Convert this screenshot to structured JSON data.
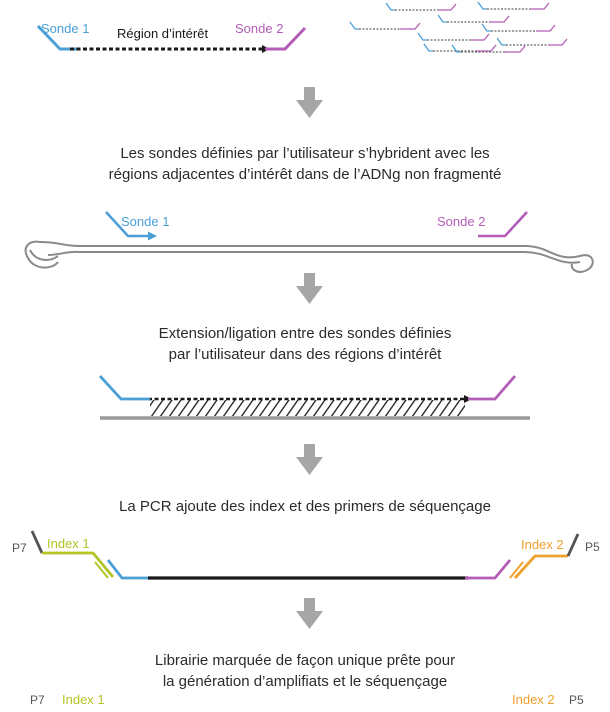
{
  "colors": {
    "blue": "#4a9fd6",
    "purple": "#b45cb6",
    "black": "#1a1a1a",
    "gray": "#9a9a9a",
    "yellow_green": "#b3c424",
    "orange": "#f0a12c",
    "arrow_gray": "#a6a6a6",
    "text": "#2b2b2b"
  },
  "step1": {
    "probe1_label": "Sonde 1",
    "region_label": "Région d’intérêt",
    "probe2_label": "Sonde 2"
  },
  "step2": {
    "caption_line1": "Les sondes définies par l’utilisateur s’hybrident avec les",
    "caption_line2": "régions adjacentes d’intérêt dans de l’ADNg non fragmenté",
    "probe1_label": "Sonde 1",
    "probe2_label": "Sonde 2"
  },
  "step3": {
    "caption_line1": "Extension/ligation entre des sondes définies",
    "caption_line2": "par l’utilisateur dans des régions d’intérêt"
  },
  "step4": {
    "caption": "La PCR ajoute des index et des primers de séquençage",
    "p7_label": "P7",
    "index1_label": "Index 1",
    "index2_label": "Index 2",
    "p5_label": "P5"
  },
  "step5": {
    "caption_line1": "Librairie marquée de façon unique prête pour",
    "caption_line2": "la génération d’amplifiats et le séquençage",
    "p7_label": "P7",
    "index1_label": "Index 1",
    "index2_label": "Index 2",
    "p5_label": "P5"
  }
}
